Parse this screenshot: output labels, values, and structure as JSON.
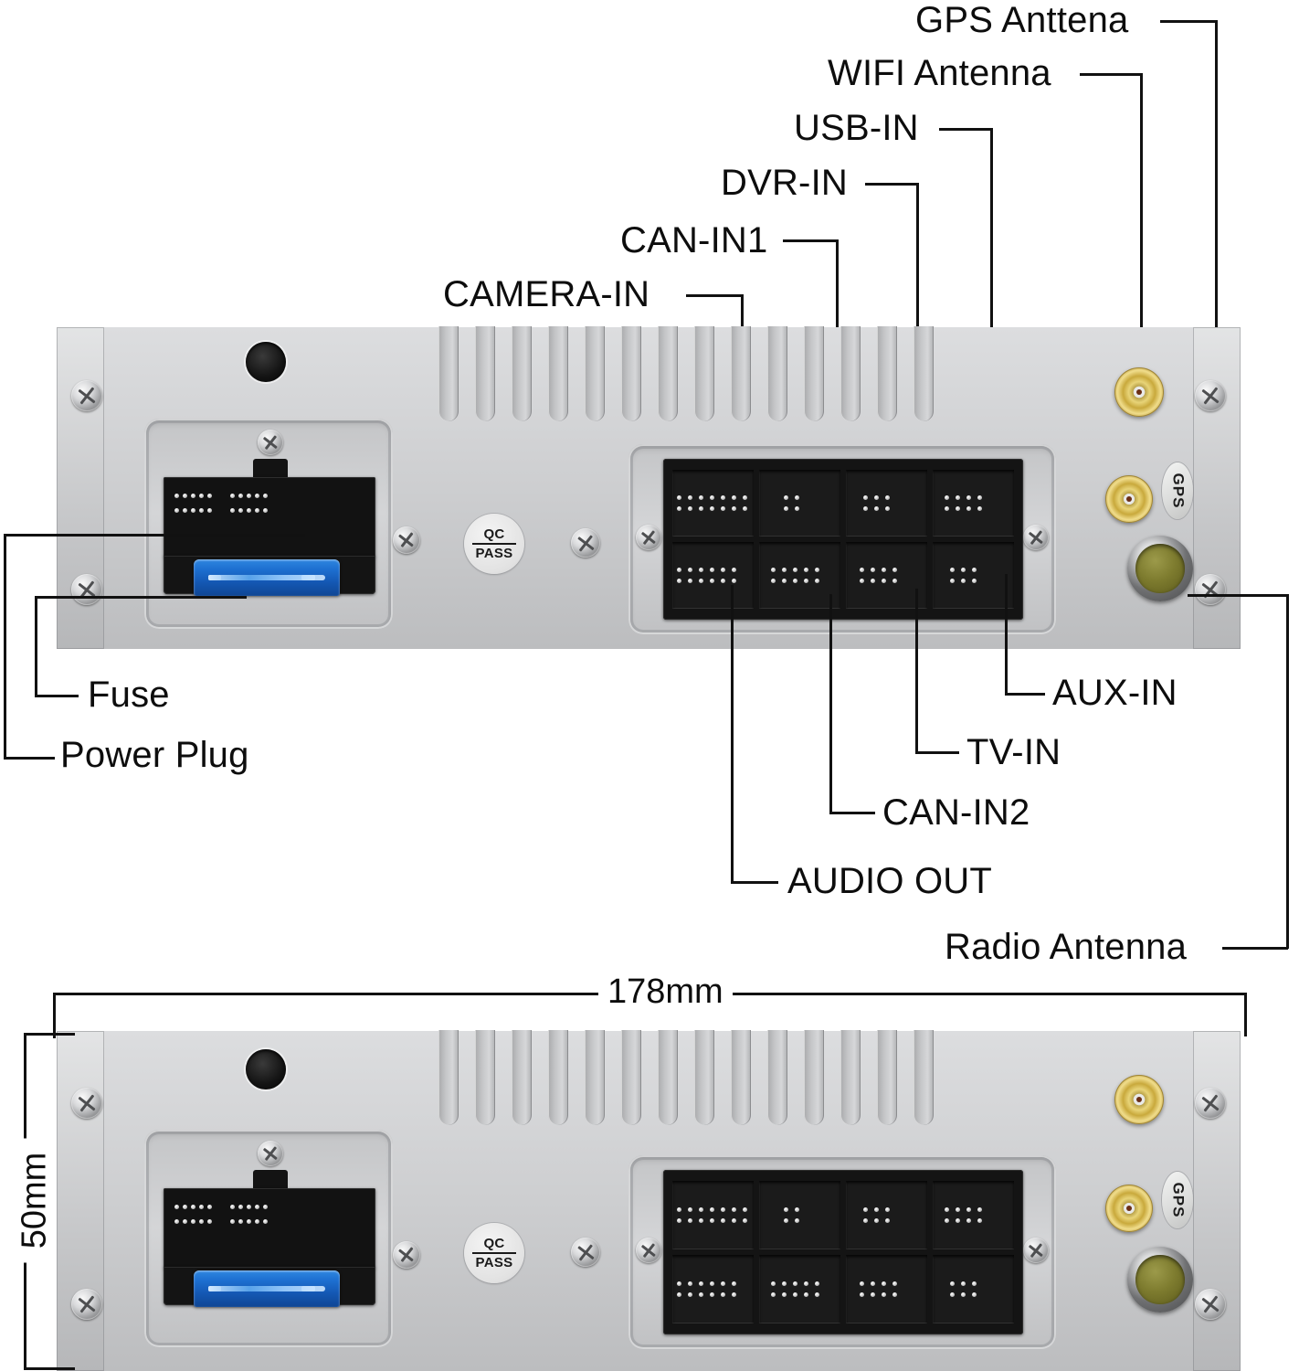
{
  "diagram": {
    "title_absent": true,
    "top_labels": [
      {
        "id": "gps-antenna",
        "text": "GPS Anttena"
      },
      {
        "id": "wifi-antenna",
        "text": "WIFI Antenna"
      },
      {
        "id": "usb-in",
        "text": "USB-IN"
      },
      {
        "id": "dvr-in",
        "text": "DVR-IN"
      },
      {
        "id": "can-in1",
        "text": "CAN-IN1"
      },
      {
        "id": "camera-in",
        "text": "CAMERA-IN"
      }
    ],
    "left_labels": [
      {
        "id": "fuse",
        "text": "Fuse"
      },
      {
        "id": "power-plug",
        "text": "Power Plug"
      }
    ],
    "bottom_labels": [
      {
        "id": "aux-in",
        "text": "AUX-IN"
      },
      {
        "id": "tv-in",
        "text": "TV-IN"
      },
      {
        "id": "can-in2",
        "text": "CAN-IN2"
      },
      {
        "id": "audio-out",
        "text": "AUDIO OUT"
      },
      {
        "id": "radio-antenna",
        "text": "Radio Antenna"
      }
    ],
    "dimensions": {
      "width": "178mm",
      "height": "50mm"
    },
    "markings": {
      "qc_top": "QC",
      "qc_bottom": "PASS",
      "gps_tag": "GPS"
    },
    "colors": {
      "chassis": "#cdced0",
      "connector_black": "#141414",
      "fuse_blue": "#1d6fd0",
      "sma_gold": "#d9b94a",
      "radio_jack_olive": "#7e7c2f",
      "leader_line": "#111111"
    }
  }
}
